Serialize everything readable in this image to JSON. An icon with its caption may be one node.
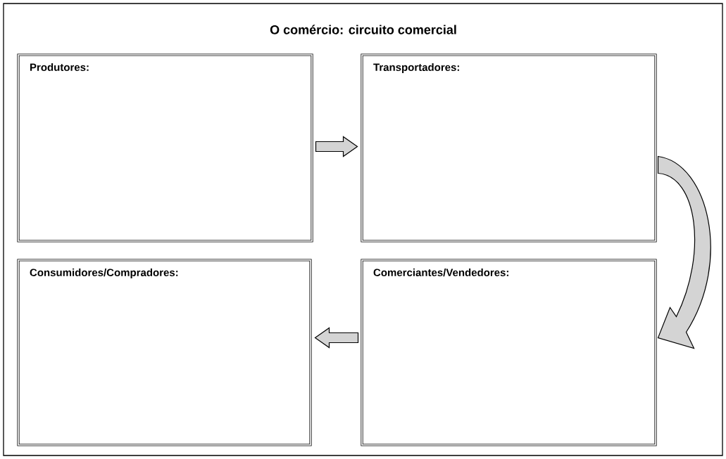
{
  "diagram": {
    "title": "O comércio: circuito comercial",
    "nodes": [
      {
        "text": [
          "Produtores:"
        ]
      },
      {
        "text": [
          "Transportadores:"
        ]
      },
      {
        "text": [
          "Consumidores/Compradores:"
        ]
      },
      {
        "text": [
          "Comerciantes/Vendedores:"
        ]
      }
    ],
    "edges": [
      {
        "from": 0,
        "to": 1,
        "arrow": "to"
      },
      {
        "from": 1,
        "to": 3,
        "arrow": "to"
      },
      {
        "from": 3,
        "to": 2,
        "arrow": "to"
      }
    ]
  }
}
